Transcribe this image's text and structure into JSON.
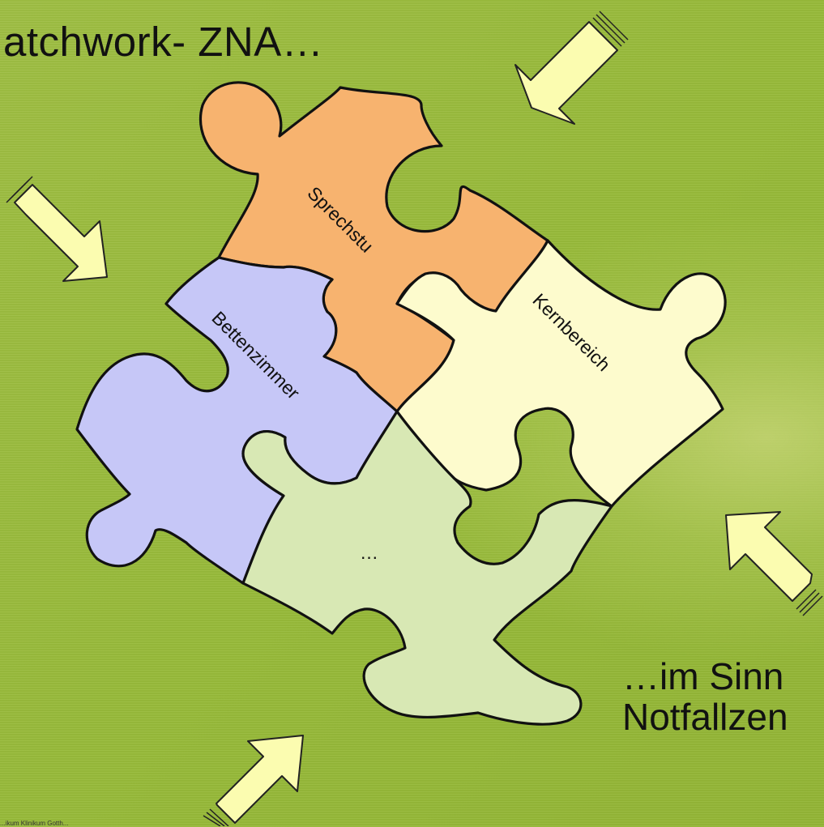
{
  "slide": {
    "title": "atchwork- ZNA…",
    "side_text": [
      "…im Sinn",
      "Notfallzen"
    ],
    "footer": "...ikum Klinikum Gotth..."
  },
  "puzzle": {
    "pieces": [
      {
        "id": "sprechstunde",
        "label": "Sprechstu",
        "color": "#f7b36f"
      },
      {
        "id": "kernbereich",
        "label": "Kernbereich",
        "color": "#fdfbcd"
      },
      {
        "id": "bettenzimmer",
        "label": "Bettenzimmer",
        "color": "#c6c7f7"
      },
      {
        "id": "other",
        "label": "…",
        "color": "#d8e8b4"
      }
    ]
  },
  "arrows": [
    {
      "id": "top-right",
      "icon": "arrow-down-left-icon",
      "color": "#fbfcb0"
    },
    {
      "id": "top-left",
      "icon": "arrow-down-right-icon",
      "color": "#fbfcb0"
    },
    {
      "id": "bottom-right",
      "icon": "arrow-up-left-icon",
      "color": "#fbfcb0"
    },
    {
      "id": "bottom-left",
      "icon": "arrow-up-right-icon",
      "color": "#fbfcb0"
    }
  ]
}
